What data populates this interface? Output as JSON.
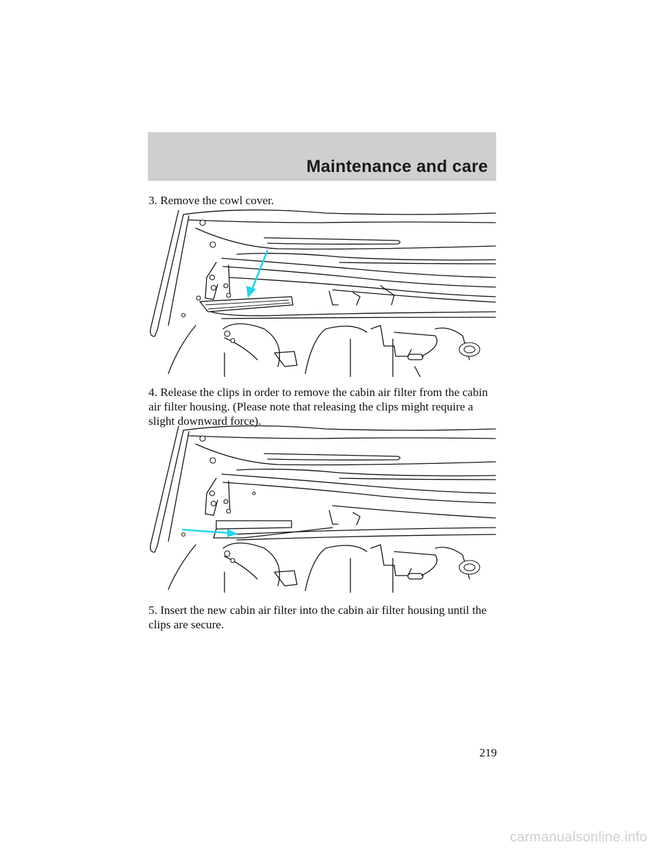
{
  "header": {
    "section_title": "Maintenance and care"
  },
  "steps": [
    {
      "text": "3. Remove the cowl cover."
    },
    {
      "text": "4. Release the clips in order to remove the cabin air filter from the cabin air filter housing. (Please note that releasing the clips might require a slight downward force)."
    },
    {
      "text": "5. Insert the new cabin air filter into the cabin air filter housing until the clips are secure."
    }
  ],
  "colors": {
    "header_band": "#cfcfcf",
    "arrow": "#1fd6ee",
    "watermark": "#cfcfcf"
  },
  "footer": {
    "page_number": "219",
    "watermark": "carmanualsonline.info"
  }
}
